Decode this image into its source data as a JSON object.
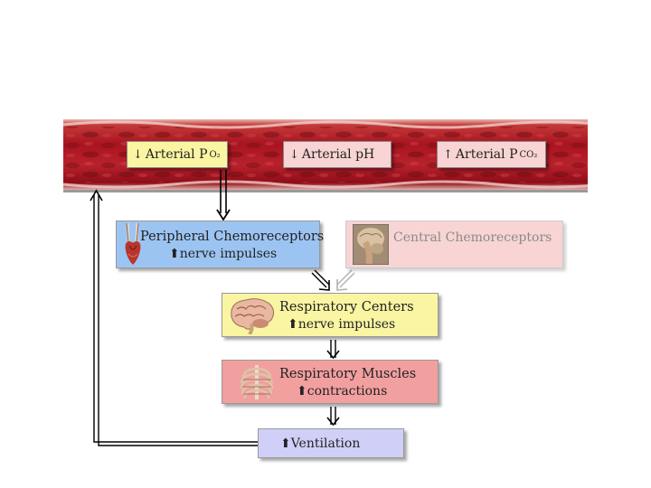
{
  "vessel": {
    "chips": [
      {
        "direction": "down",
        "arrow": "↓",
        "label": "Arterial P",
        "sub": "O₂"
      },
      {
        "direction": "down",
        "arrow": "↓",
        "label": "Arterial pH",
        "sub": ""
      },
      {
        "direction": "up",
        "arrow": "↑",
        "label": "Arterial P",
        "sub": "CO₂"
      }
    ]
  },
  "nodes": {
    "peripheral": {
      "title": "Peripheral Chemoreceptors",
      "arrow": "⬆",
      "detail": "nerve impulses",
      "icon": "carotid-artery-icon",
      "color": "#9cc4f2"
    },
    "central": {
      "title": "Central Chemoreceptors",
      "icon": "brainstem-icon",
      "color": "#f8d4d4",
      "faded": true
    },
    "centers": {
      "title": "Respiratory Centers",
      "arrow": "⬆",
      "detail": "nerve impulses",
      "icon": "brain-icon",
      "color": "#f9f5a2"
    },
    "muscles": {
      "title": "Respiratory Muscles",
      "arrow": "⬆",
      "detail": "contractions",
      "icon": "rib-cage-icon",
      "color": "#f29f9f"
    },
    "ventilation": {
      "title": "Ventilation",
      "arrow": "⬆",
      "color": "#cfcff7"
    }
  },
  "colors": {
    "vessel": "#b01e28",
    "vessel_dark": "#7a0d15",
    "chip": "#f9f5a2",
    "chip_pink": "#f8d4d4"
  }
}
